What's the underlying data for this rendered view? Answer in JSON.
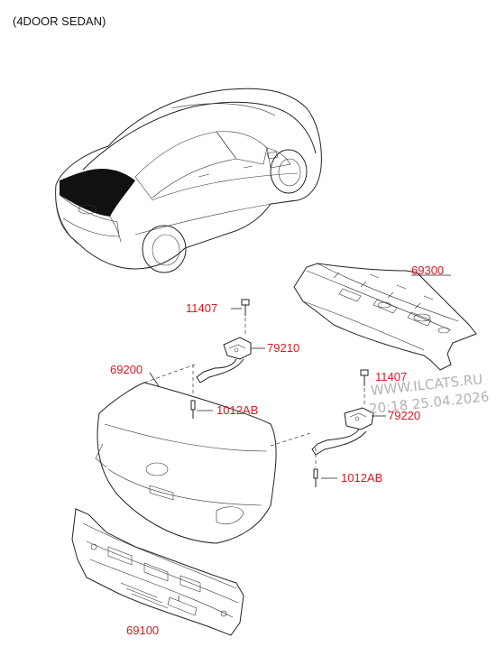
{
  "header": {
    "variant_label": "(4DOOR SEDAN)"
  },
  "parts": [
    {
      "id": "part-69300",
      "number": "69300"
    },
    {
      "id": "part-11407-left",
      "number": "11407"
    },
    {
      "id": "part-79210",
      "number": "79210"
    },
    {
      "id": "part-69200",
      "number": "69200"
    },
    {
      "id": "part-1012ab-left",
      "number": "1012AB"
    },
    {
      "id": "part-11407-right",
      "number": "11407"
    },
    {
      "id": "part-79220",
      "number": "79220"
    },
    {
      "id": "part-1012ab-right",
      "number": "1012AB"
    },
    {
      "id": "part-69100",
      "number": "69100"
    }
  ],
  "watermark": {
    "line1": "WWW.ILCATS.RU",
    "line2": "20:18 25.04.2026"
  },
  "colors": {
    "label": "#e0161e",
    "line": "#222222",
    "watermark": "#9a9a9a"
  }
}
